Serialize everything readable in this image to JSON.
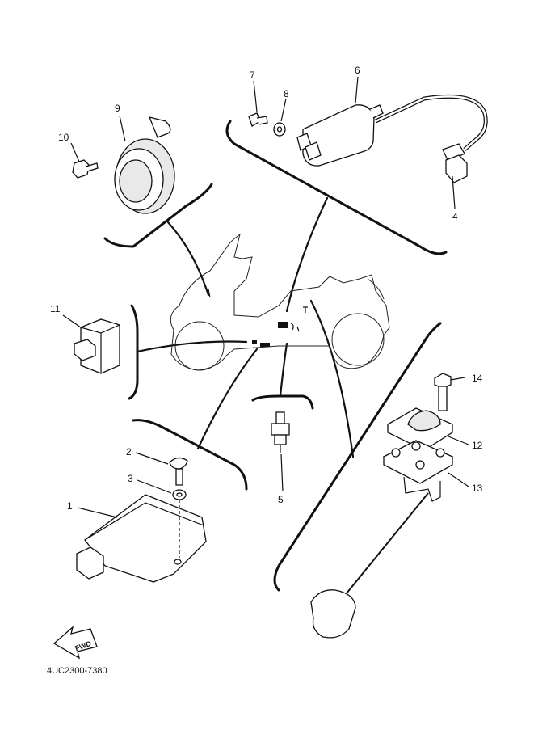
{
  "diagram": {
    "part_numbers": [
      "1",
      "2",
      "3",
      "4",
      "5",
      "6",
      "7",
      "8",
      "9",
      "10",
      "11",
      "12",
      "13",
      "14"
    ],
    "fwd_label": "FWD",
    "drawing_code": "4UC2300-7380"
  },
  "colors": {
    "line": "#111111",
    "background": "#ffffff"
  }
}
